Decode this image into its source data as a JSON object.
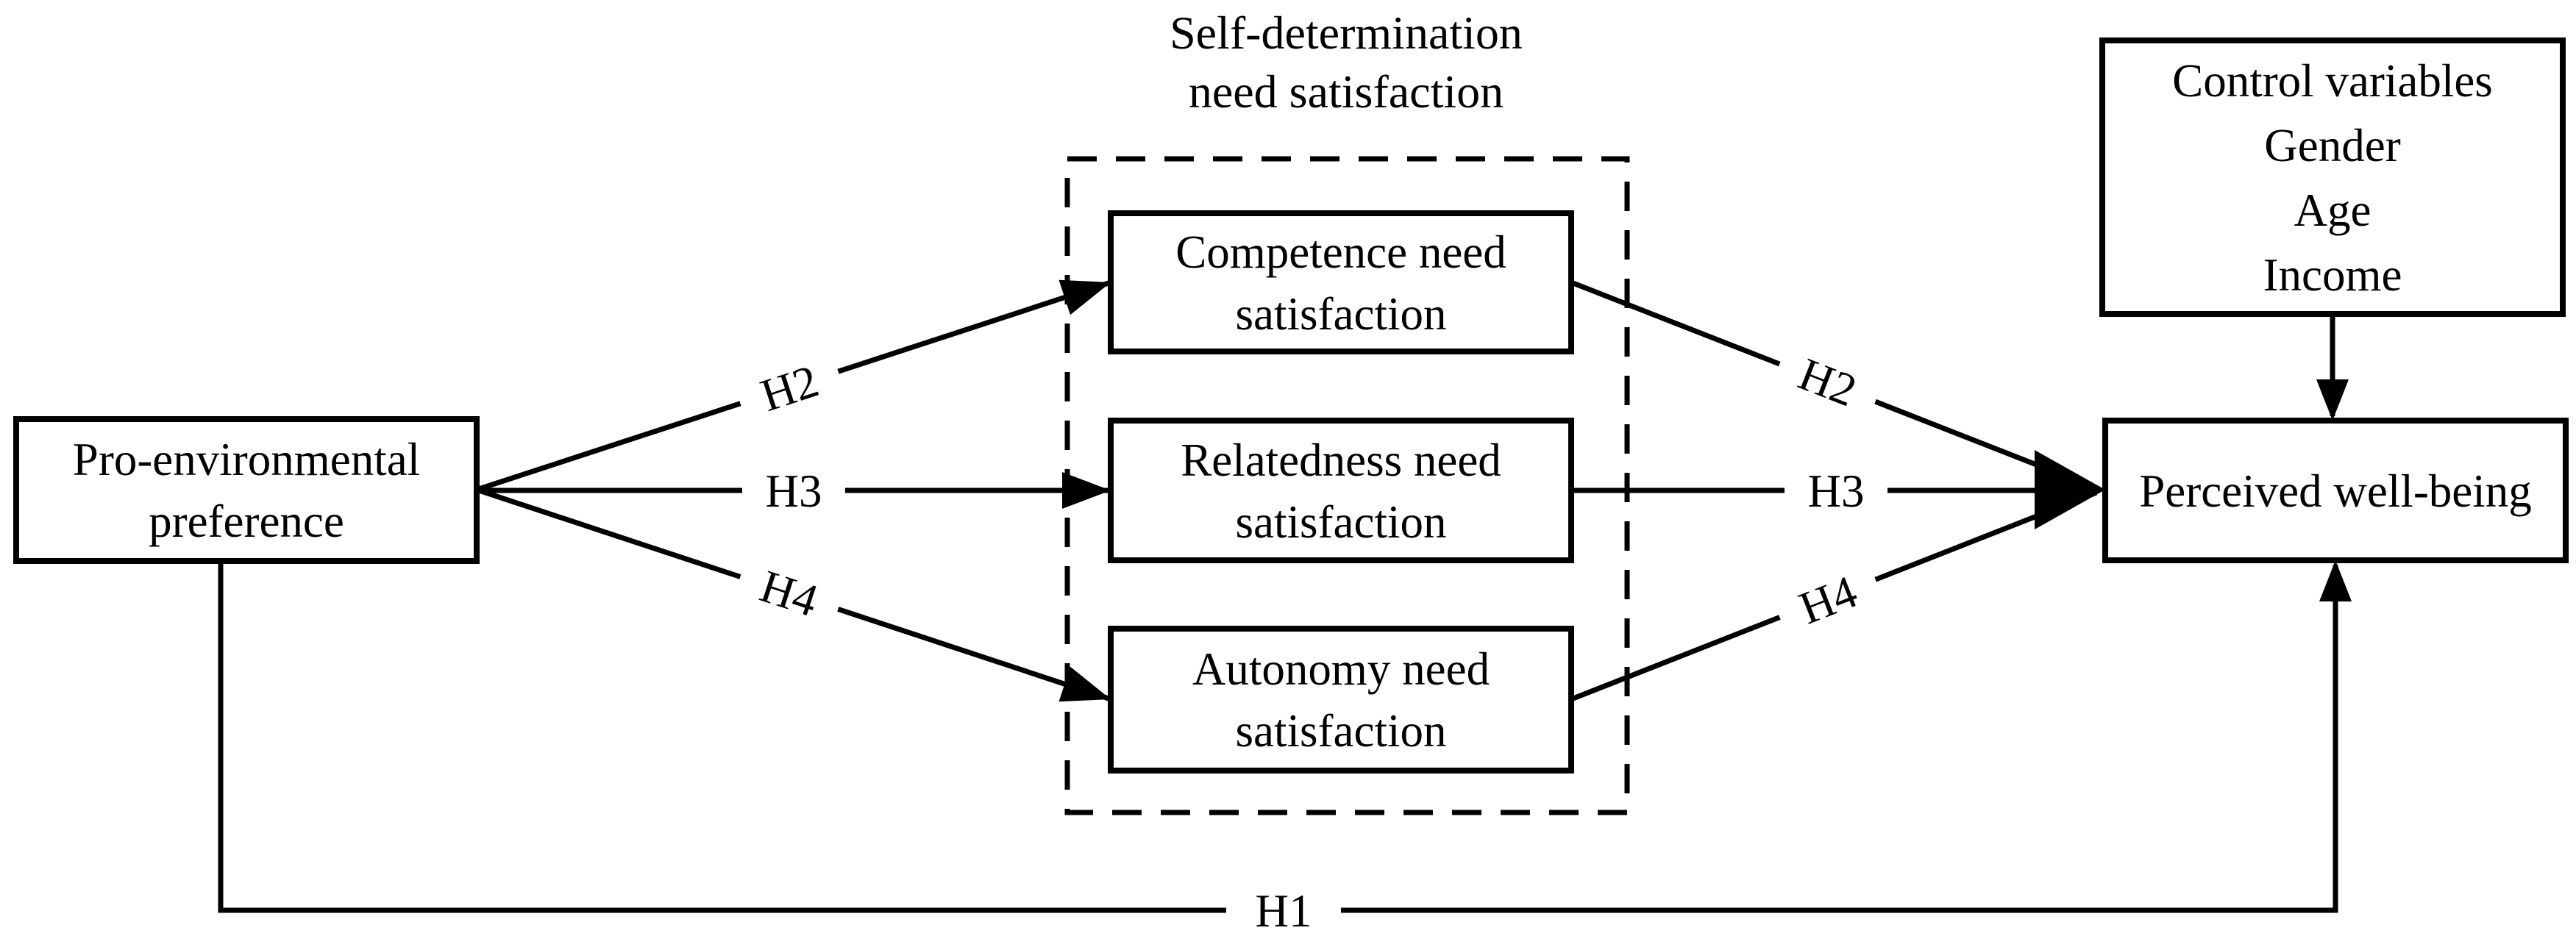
{
  "diagram": {
    "title": {
      "lines": [
        "Self-determination",
        "need satisfaction"
      ]
    },
    "nodes": {
      "pro_environmental": {
        "lines": [
          "Pro-environmental",
          "preference"
        ]
      },
      "competence": {
        "lines": [
          "Competence need",
          "satisfaction"
        ]
      },
      "relatedness": {
        "lines": [
          "Relatedness need",
          "satisfaction"
        ]
      },
      "autonomy": {
        "lines": [
          "Autonomy need",
          "satisfaction"
        ]
      },
      "perceived_wellbeing": {
        "lines": [
          "Perceived well-being"
        ]
      },
      "control": {
        "lines": [
          "Control variables",
          "Gender",
          "Age",
          "Income"
        ]
      }
    },
    "labels": {
      "h1": "H1",
      "h2": "H2",
      "h3": "H3",
      "h4": "H4"
    },
    "colors": {
      "stroke": "#000000",
      "background": "#ffffff"
    }
  }
}
